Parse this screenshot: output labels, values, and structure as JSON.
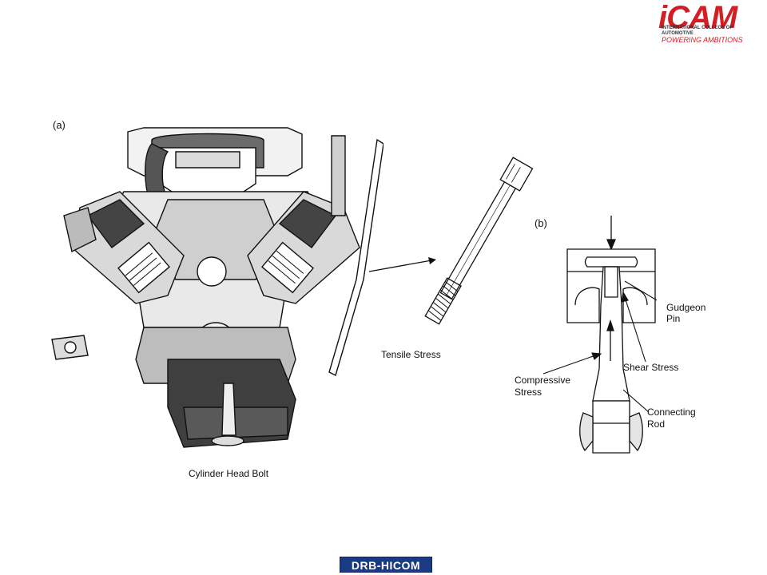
{
  "header": {
    "logo_word": "iCAM",
    "logo_subtitle": "International College of Automotive",
    "logo_tagline": "POWERING AMBITIONS"
  },
  "figure_a": {
    "panel_label": "(a)",
    "engine_caption": "Cylinder Head Bolt",
    "bolt_caption": "Tensile Stress"
  },
  "figure_b": {
    "panel_label": "(b)",
    "gudgeon_pin": [
      "Gudgeon",
      "Pin"
    ],
    "shear_stress": "Shear Stress",
    "compressive_stress": [
      "Compressive",
      "Stress"
    ],
    "connecting_rod": [
      "Connecting",
      "Rod"
    ]
  },
  "footer": {
    "brand": "DRB-HICOM"
  },
  "colors": {
    "brand_red": "#d21f26",
    "footer_blue": "#1b3a84"
  }
}
